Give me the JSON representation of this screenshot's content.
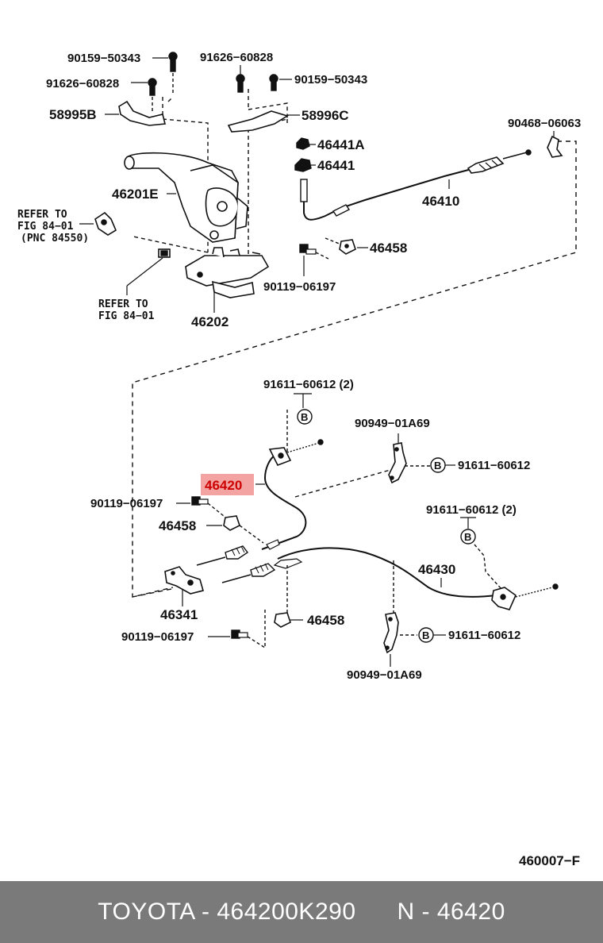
{
  "callouts": {
    "p90159_50343_top": "90159−50343",
    "p91626_60828_left": "91626−60828",
    "p58995B": "58995B",
    "p91626_60828_right": "91626−60828",
    "p90159_50343_right": "90159−50343",
    "p58996C": "58996C",
    "p90468_06063": "90468−06063",
    "p46441A": "46441A",
    "p46441": "46441",
    "p46201E": "46201E",
    "p46410": "46410",
    "refer1_line1": "REFER  TO",
    "refer1_line2": "FIG  84−01",
    "refer1_line3": "(PNC  84550)",
    "p46458_top": "46458",
    "p90119_06197_top": "90119−06197",
    "refer2_line1": "REFER  TO",
    "refer2_line2": "FIG  84−01",
    "p46202": "46202",
    "p91611_60612_2_top": "91611−60612 (2)",
    "p90949_01A69_top": "90949−01A69",
    "p91611_60612_mid": "91611−60612",
    "p46420": "46420",
    "p90119_06197_mid": "90119−06197",
    "p46458_mid": "46458",
    "p91611_60612_2_right": "91611−60612 (2)",
    "p46430": "46430",
    "p46341": "46341",
    "p46458_bottom": "46458",
    "p90119_06197_bottom": "90119−06197",
    "p91611_60612_bottom": "91611−60612",
    "p90949_01A69_bottom": "90949−01A69",
    "b_marker": "B",
    "figure_code": "460007−F"
  },
  "footer": {
    "brand_part": "TOYOTA - 464200K290",
    "ref": "N - 46420"
  },
  "colors": {
    "highlight_bg": "#f4a3a3",
    "highlight_text": "#cc0000",
    "footer_bg": "#7a7a7a",
    "footer_text": "#ffffff"
  }
}
